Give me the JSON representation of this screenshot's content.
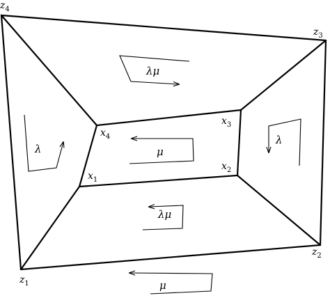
{
  "vertices": {
    "z1": {
      "base": "z",
      "sub": "1"
    },
    "z2": {
      "base": "z",
      "sub": "2"
    },
    "z3": {
      "base": "z",
      "sub": "3"
    },
    "z4": {
      "base": "z",
      "sub": "4"
    },
    "x1": {
      "base": "x",
      "sub": "1"
    },
    "x2": {
      "base": "x",
      "sub": "2"
    },
    "x3": {
      "base": "x",
      "sub": "3"
    },
    "x4": {
      "base": "x",
      "sub": "4"
    }
  },
  "regions": {
    "top": "λμ",
    "left": "λ",
    "right": "λ",
    "inner": "μ",
    "bottom": "λμ",
    "outside": "μ"
  }
}
